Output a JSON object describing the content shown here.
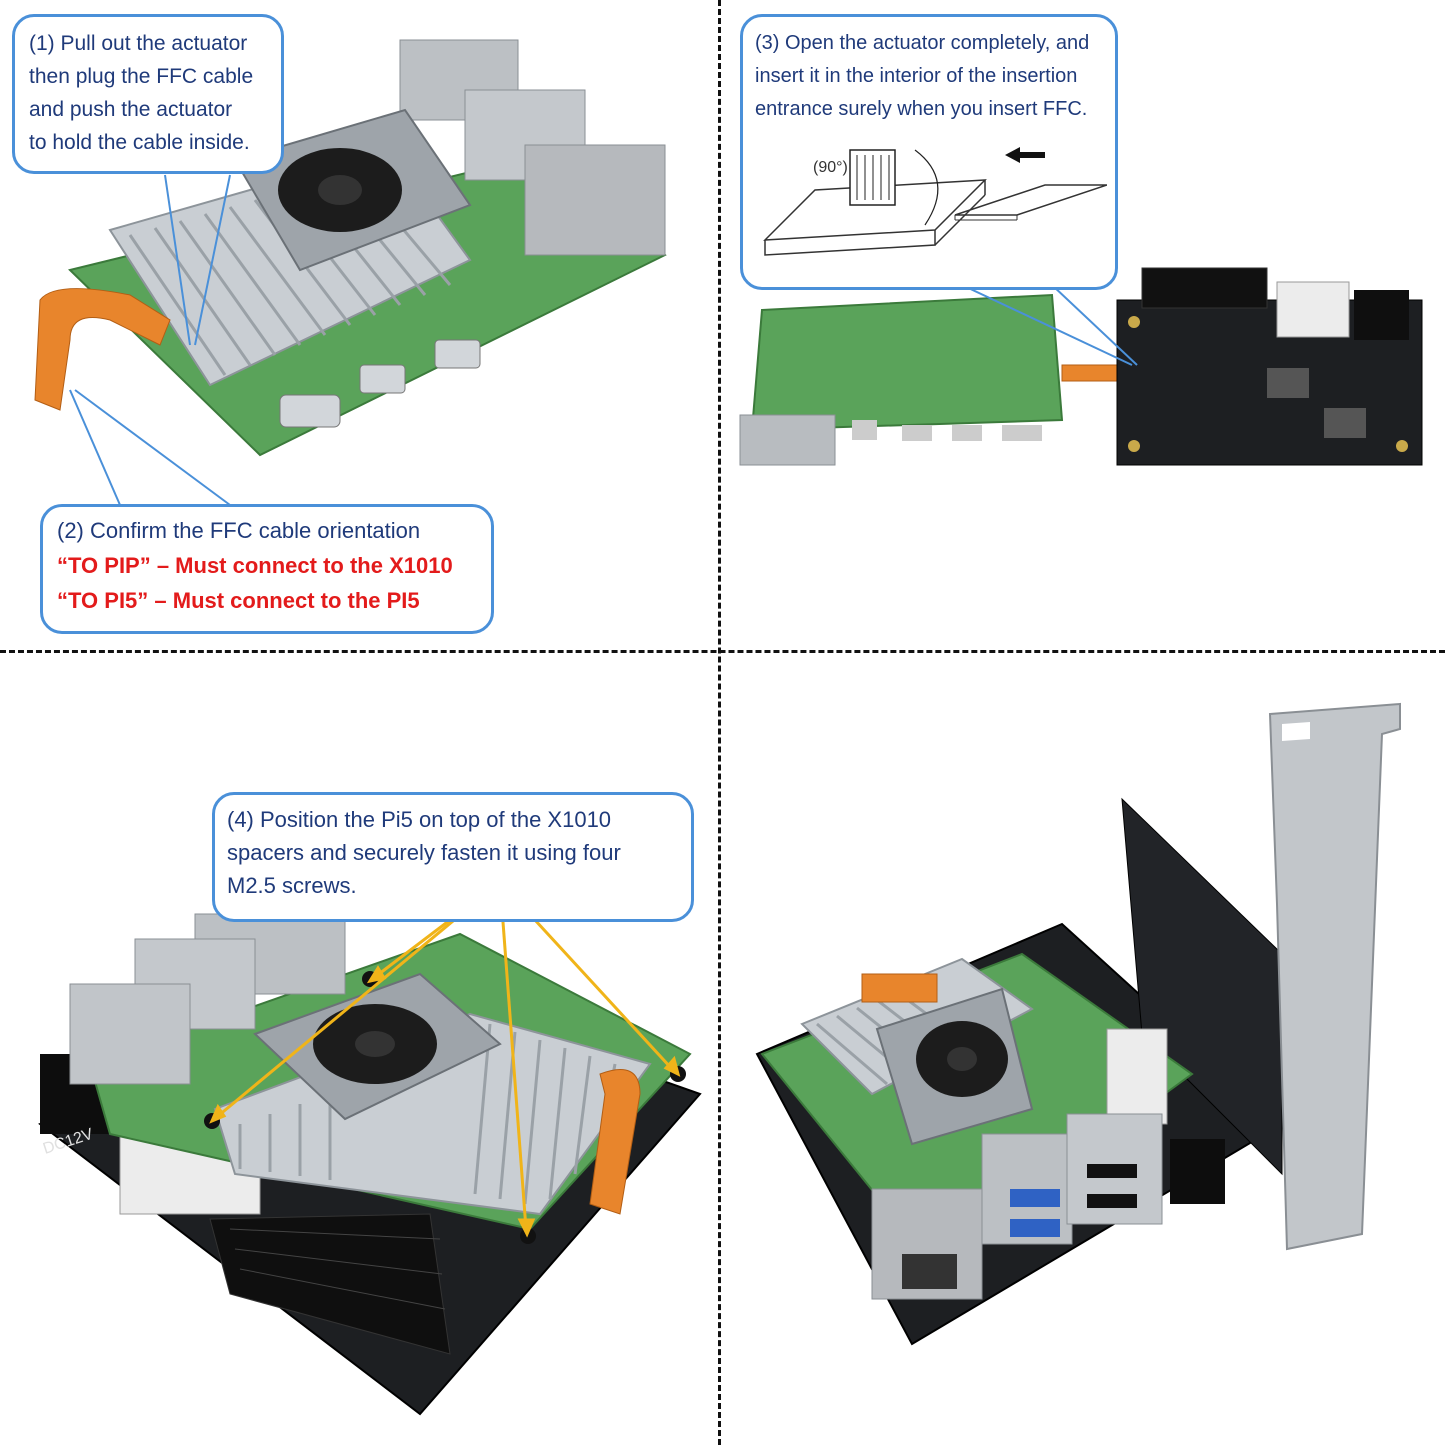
{
  "colors": {
    "callout_border": "#4a90d9",
    "callout_text": "#1f3a7a",
    "warning_text": "#e31b1b",
    "pcb_green": "#5aa35a",
    "pcb_black": "#1d1f22",
    "heatsink_silver": "#c9ced3",
    "ffc_orange": "#e8852c",
    "arrow_yellow": "#f0b419"
  },
  "step1": {
    "lines": [
      "(1) Pull out the actuator",
      "then plug the FFC cable",
      "and push the actuator",
      "to hold the cable inside."
    ]
  },
  "step2": {
    "title": "(2) Confirm the FFC cable orientation",
    "warning1": "“TO PIP” – Must connect to the X1010",
    "warning2": "“TO PI5” – Must connect to the PI5"
  },
  "step3": {
    "lines": [
      "(3) Open the actuator completely, and",
      "insert it in the interior of the insertion",
      "entrance surely when you insert FFC."
    ],
    "diagram_label": "(90°)"
  },
  "step4": {
    "lines": [
      "(4) Position the Pi5 on top of the X1010",
      "spacers and securely fasten it using four",
      "M2.5 screws."
    ],
    "board_label": "DC12V"
  },
  "icons": {
    "diagram": "connector-diagram-icon",
    "arrow": "insert-arrow-icon"
  }
}
